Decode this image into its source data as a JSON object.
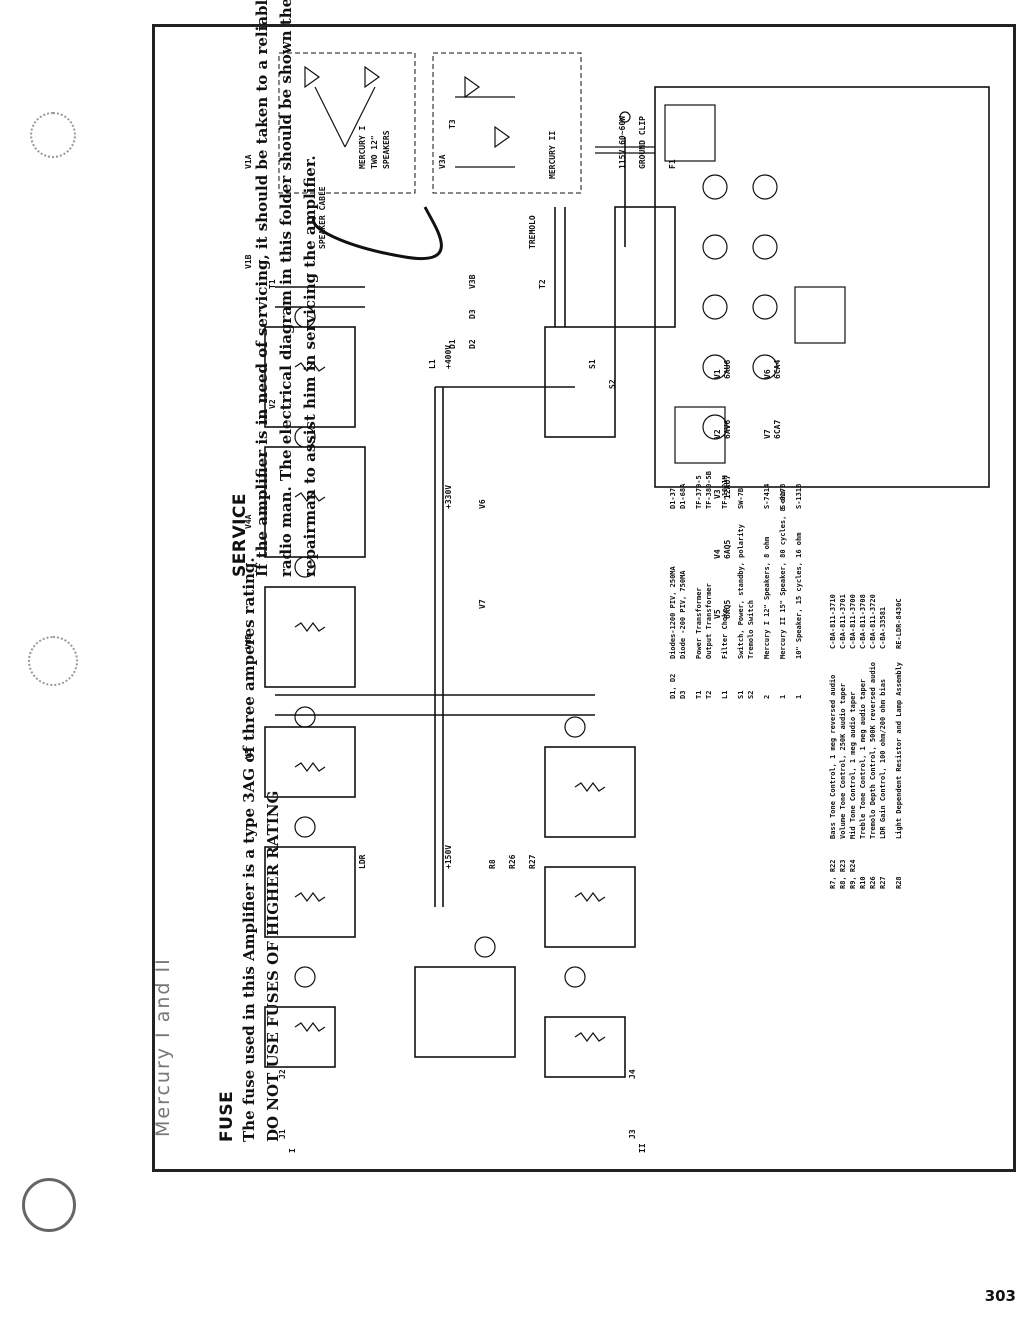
{
  "title": "Mercury I and II",
  "fuse": {
    "heading": "FUSE",
    "line1": "The fuse used in this Amplifier is a type 3AG of three amperes rating.",
    "line2": "DO NOT USE FUSES OF HIGHER RATING"
  },
  "service": {
    "heading": "SERVICE",
    "line1": "If the amplifier is in need of servicing, it should be taken to a reliable",
    "line2": "radio man.  The electrical diagram in this folder should be shown the",
    "line3": "repairman to assist him in servicing the amplifier."
  },
  "page_number": "303",
  "schematic": {
    "inset1": [
      "MERCURY I",
      "TWO 12\"",
      "SPEAKERS"
    ],
    "inset2": [
      "MERCURY II"
    ],
    "tubes": [
      "V1A",
      "V1B",
      "V2",
      "V3A",
      "V3B",
      "V4A",
      "V4B",
      "V5",
      "V6",
      "V7"
    ],
    "transformers": [
      "T1",
      "T2",
      "T3"
    ],
    "inputs": [
      "J1",
      "J2",
      "J3",
      "J4"
    ],
    "channel_marks": [
      "I",
      "II"
    ],
    "misc_labels": [
      "115V 60~60W",
      "GROUND CLIP",
      "TREMOLO",
      "SPEAKER CABLE",
      "LDR",
      "F1",
      "L1",
      "S1",
      "S2",
      "D1",
      "D2",
      "D3",
      "+150V",
      "+330V",
      "+400V",
      "R8",
      "R26",
      "R27"
    ],
    "tube_layout": [
      {
        "tube": "V1",
        "type": "6AU6"
      },
      {
        "tube": "V2",
        "type": "6AV6"
      },
      {
        "tube": "V3",
        "type": "12AU7"
      },
      {
        "tube": "V4",
        "type": "6AQ5"
      },
      {
        "tube": "V5",
        "type": "6AQ5"
      },
      {
        "tube": "V6",
        "type": "6CA4"
      },
      {
        "tube": "V7",
        "type": "6CA7"
      }
    ],
    "parts_list": [
      {
        "ref": "D1, D2",
        "desc": "Diodes-1200 PIV, 250MA",
        "part": "D1-37"
      },
      {
        "ref": "D3",
        "desc": "Diode -200 PIV, 750MA",
        "part": "D1-68A"
      },
      {
        "ref": "T1",
        "desc": "Power Transformer",
        "part": "TF-379-5"
      },
      {
        "ref": "T2",
        "desc": "Output Transformer",
        "part": "TF-380-5B"
      },
      {
        "ref": "L1",
        "desc": "Filter Choke",
        "part": "TF-1021M"
      },
      {
        "ref": "S1",
        "desc": "Switch, Power, standby, polarity",
        "part": "SW-7B"
      },
      {
        "ref": "S2",
        "desc": "Tremolo Switch",
        "part": ""
      },
      {
        "ref": "2",
        "desc": "Mercury I  12\" Speakers, 8 ohm",
        "part": "S-7414"
      },
      {
        "ref": "1",
        "desc": "Mercury II  15\" Speaker, 80 cycles, 8 ohm",
        "part": "S-0178"
      },
      {
        "ref": "1",
        "desc": "10\" Speaker, 15 cycles, 16 ohm",
        "part": "S-1318"
      },
      {
        "ref": "R7, R22",
        "desc": "Bass Tone Control, 1 meg reversed audio",
        "part": "C-BA-811-3710"
      },
      {
        "ref": "R8, R23",
        "desc": "Volume Tone Control, 250K audio taper",
        "part": "C-BA-811-3701"
      },
      {
        "ref": "R9, R24",
        "desc": "Mid Tone Control, 1 meg audio taper",
        "part": "C-BA-811-3700"
      },
      {
        "ref": "R10",
        "desc": "Treble Tone Control, 1 meg audio taper",
        "part": "C-BA-811-3708"
      },
      {
        "ref": "R26",
        "desc": "Tremolo Depth Control, 500K reversed audio",
        "part": "C-BA-811-3720"
      },
      {
        "ref": "R27",
        "desc": "LDR Gain Control, 100 ohm/200 ohm bias",
        "part": "C-BA-33581"
      },
      {
        "ref": "R28",
        "desc": "Light Dependent Resistor and Lamp Assembly",
        "part": "RE-LDR-8430C"
      }
    ]
  }
}
